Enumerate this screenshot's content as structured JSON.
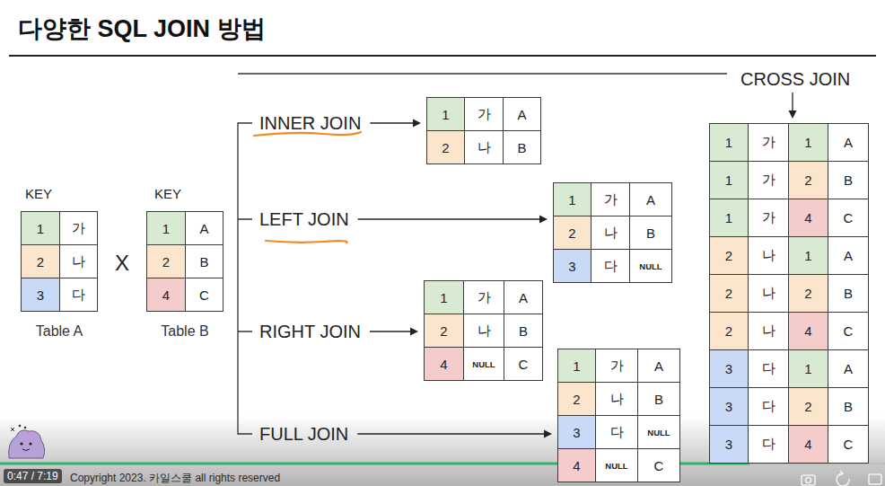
{
  "diagram": {
    "title": "다양한 SQL JOIN 방법",
    "nodes": [
      {
        "text": [
          "KEY",
          "1",
          "가",
          "2",
          "나",
          "3",
          "다",
          "Table A"
        ]
      },
      {
        "text": [
          "KEY",
          "1",
          "A",
          "2",
          "B",
          "4",
          "C",
          "Table B"
        ]
      },
      {
        "text": [
          "INNER JOIN"
        ]
      },
      {
        "text": [
          "1",
          "가",
          "A",
          "2",
          "나",
          "B"
        ]
      },
      {
        "text": [
          "LEFT JOIN"
        ]
      },
      {
        "text": [
          "1",
          "가",
          "A",
          "2",
          "나",
          "B",
          "3",
          "다",
          "NULL"
        ]
      },
      {
        "text": [
          "RIGHT JOIN"
        ]
      },
      {
        "text": [
          "1",
          "가",
          "A",
          "2",
          "나",
          "B",
          "4",
          "NULL",
          "C"
        ]
      },
      {
        "text": [
          "FULL JOIN"
        ]
      },
      {
        "text": [
          "1",
          "가",
          "A",
          "2",
          "나",
          "B",
          "3",
          "다",
          "NULL",
          "4",
          "NULL",
          "C"
        ]
      },
      {
        "text": [
          "CROSS JOIN"
        ]
      },
      {
        "text": [
          "1",
          "가",
          "1",
          "A",
          "1",
          "가",
          "2",
          "B",
          "1",
          "가",
          "4",
          "C",
          "2",
          "나",
          "1",
          "A",
          "2",
          "나",
          "2",
          "B",
          "2",
          "나",
          "4",
          "C",
          "3",
          "다",
          "1",
          "A",
          "3",
          "다",
          "2",
          "B",
          "3",
          "다",
          "4",
          "C"
        ]
      }
    ],
    "edges": [
      {
        "from": 2,
        "to": 3,
        "arrow": "to"
      },
      {
        "from": 4,
        "to": 5,
        "arrow": "to"
      },
      {
        "from": 6,
        "to": 7,
        "arrow": "to"
      },
      {
        "from": 8,
        "to": 9,
        "arrow": "to"
      },
      {
        "from": 10,
        "to": 11,
        "arrow": "to"
      }
    ],
    "labels": [
      "X",
      "Copyright 2023. 카일스쿨 all rights reserved",
      "0:47 / 7:19"
    ]
  }
}
